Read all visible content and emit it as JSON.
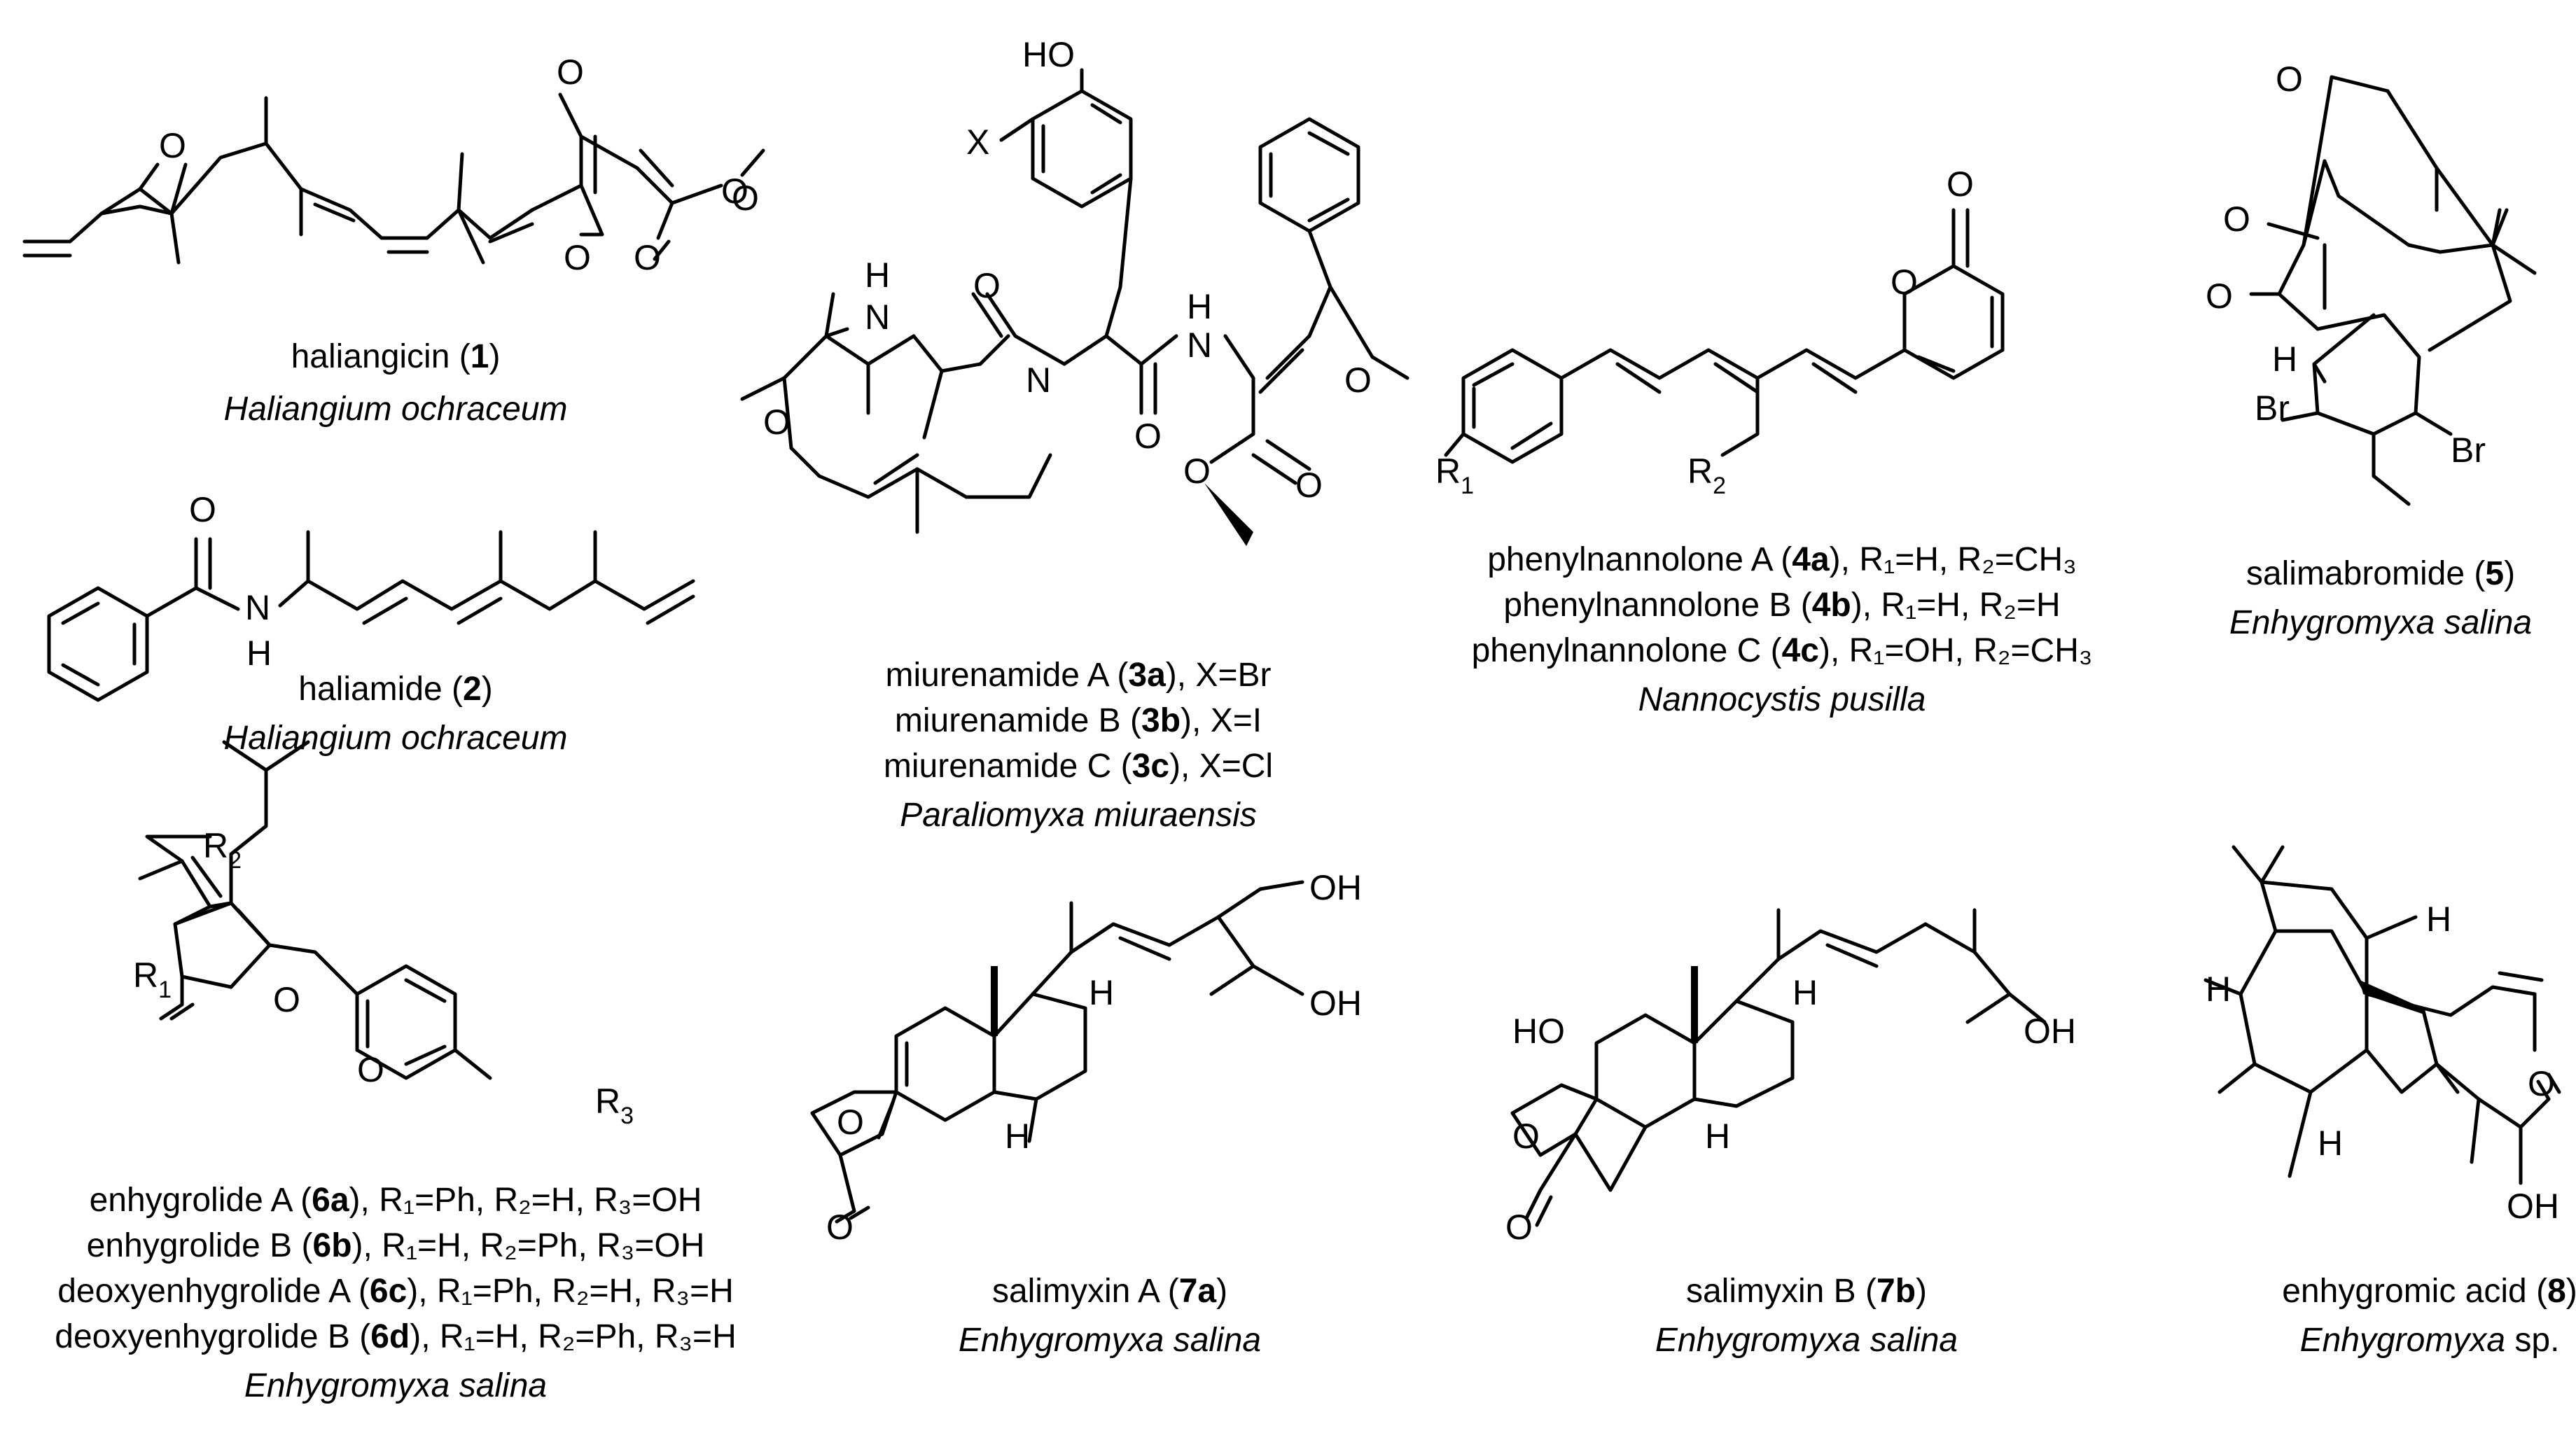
{
  "compounds": [
    {
      "id": "c1",
      "name": "haliangicin",
      "num": "1",
      "organism": "Haliangium ochraceum"
    },
    {
      "id": "c2",
      "name": "haliamide",
      "num": "2",
      "organism": "Haliangium ochraceum"
    },
    {
      "id": "c3",
      "lines": [
        {
          "name": "miurenamide A",
          "num": "3a",
          "rest": ", X=Br"
        },
        {
          "name": "miurenamide B",
          "num": "3b",
          "rest": ", X=I"
        },
        {
          "name": "miurenamide C",
          "num": "3c",
          "rest": ", X=Cl"
        }
      ],
      "organism": "Paraliomyxa miuraensis"
    },
    {
      "id": "c4",
      "lines": [
        {
          "name": "phenylnannolone A",
          "num": "4a",
          "rest": ", R₁=H, R₂=CH₃"
        },
        {
          "name": "phenylnannolone B",
          "num": "4b",
          "rest": ", R₁=H, R₂=H"
        },
        {
          "name": "phenylnannolone C",
          "num": "4c",
          "rest": ", R₁=OH, R₂=CH₃"
        }
      ],
      "organism": "Nannocystis pusilla"
    },
    {
      "id": "c5",
      "name": "salimabromide",
      "num": "5",
      "organism": "Enhygromyxa salina"
    },
    {
      "id": "c6",
      "lines": [
        {
          "name": "enhygrolide A",
          "num": "6a",
          "rest": ", R₁=Ph, R₂=H, R₃=OH"
        },
        {
          "name": "enhygrolide B",
          "num": "6b",
          "rest": ", R₁=H, R₂=Ph, R₃=OH"
        },
        {
          "name": "deoxyenhygrolide A",
          "num": "6c",
          "rest": ", R₁=Ph, R₂=H, R₃=H"
        },
        {
          "name": "deoxyenhygrolide B",
          "num": "6d",
          "rest": ", R₁=H, R₂=Ph, R₃=H"
        }
      ],
      "organism": "Enhygromyxa salina"
    },
    {
      "id": "c7a",
      "name": "salimyxin A",
      "num": "7a",
      "organism": "Enhygromyxa salina"
    },
    {
      "id": "c7b",
      "name": "salimyxin B",
      "num": "7b",
      "organism": "Enhygromyxa salina"
    },
    {
      "id": "c8",
      "name": "enhygromic acid",
      "num": "8",
      "organism": "Enhygromyxa",
      "organism_suffix": " sp."
    }
  ],
  "atom_labels": {
    "O": "O",
    "OH": "OH",
    "HO": "HO",
    "H": "H",
    "N": "N",
    "X": "X",
    "Br": "Br",
    "R1": "R",
    "R2": "R",
    "R3": "R",
    "sub1": "1",
    "sub2": "2",
    "sub3": "3"
  }
}
